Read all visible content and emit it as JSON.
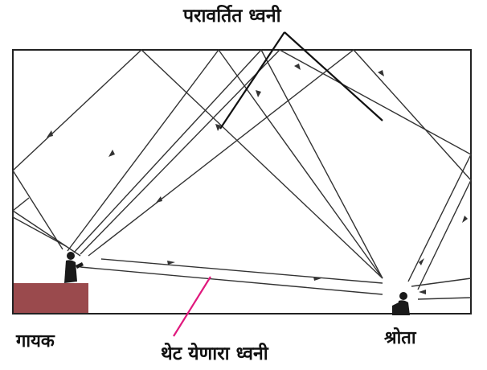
{
  "labels": {
    "reflected_sound": "परावर्तित ध्वनी",
    "direct_sound": "थेट येणारा ध्वनी",
    "singer": "गायक",
    "listener": "श्रोता"
  },
  "colors": {
    "hall_outline": "#222222",
    "sound_ray": "#333333",
    "reflected_pointer": "#111111",
    "direct_pointer": "#e0197d",
    "stage_platform": "#9a4a4d"
  }
}
